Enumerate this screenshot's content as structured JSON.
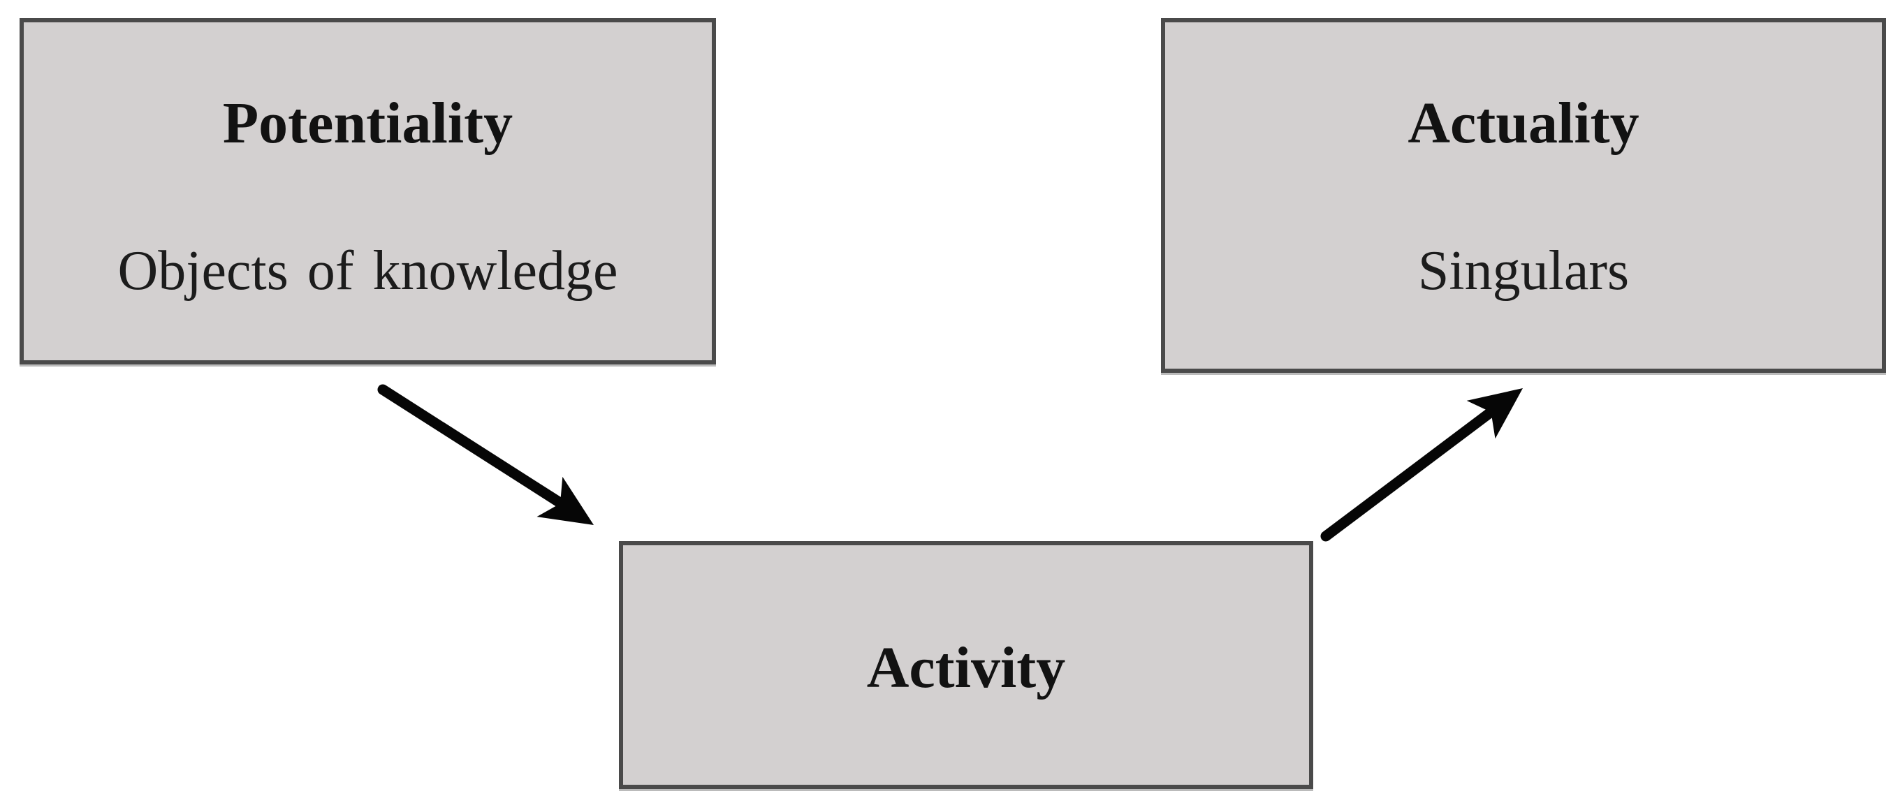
{
  "diagram": {
    "colors": {
      "background": "#ffffff",
      "box_fill": "#d3d0d0",
      "box_border": "#4a4a4a",
      "arrow": "#060606",
      "text": "#121212"
    },
    "nodes": {
      "potentiality": {
        "title": "Potentiality",
        "subtitle": "Objects of knowledge"
      },
      "actuality": {
        "title": "Actuality",
        "subtitle": "Singulars"
      },
      "activity": {
        "title": "Activity"
      }
    },
    "arrows": [
      {
        "from": "Potentiality",
        "to": "Activity"
      },
      {
        "from": "Activity",
        "to": "Actuality"
      }
    ]
  }
}
